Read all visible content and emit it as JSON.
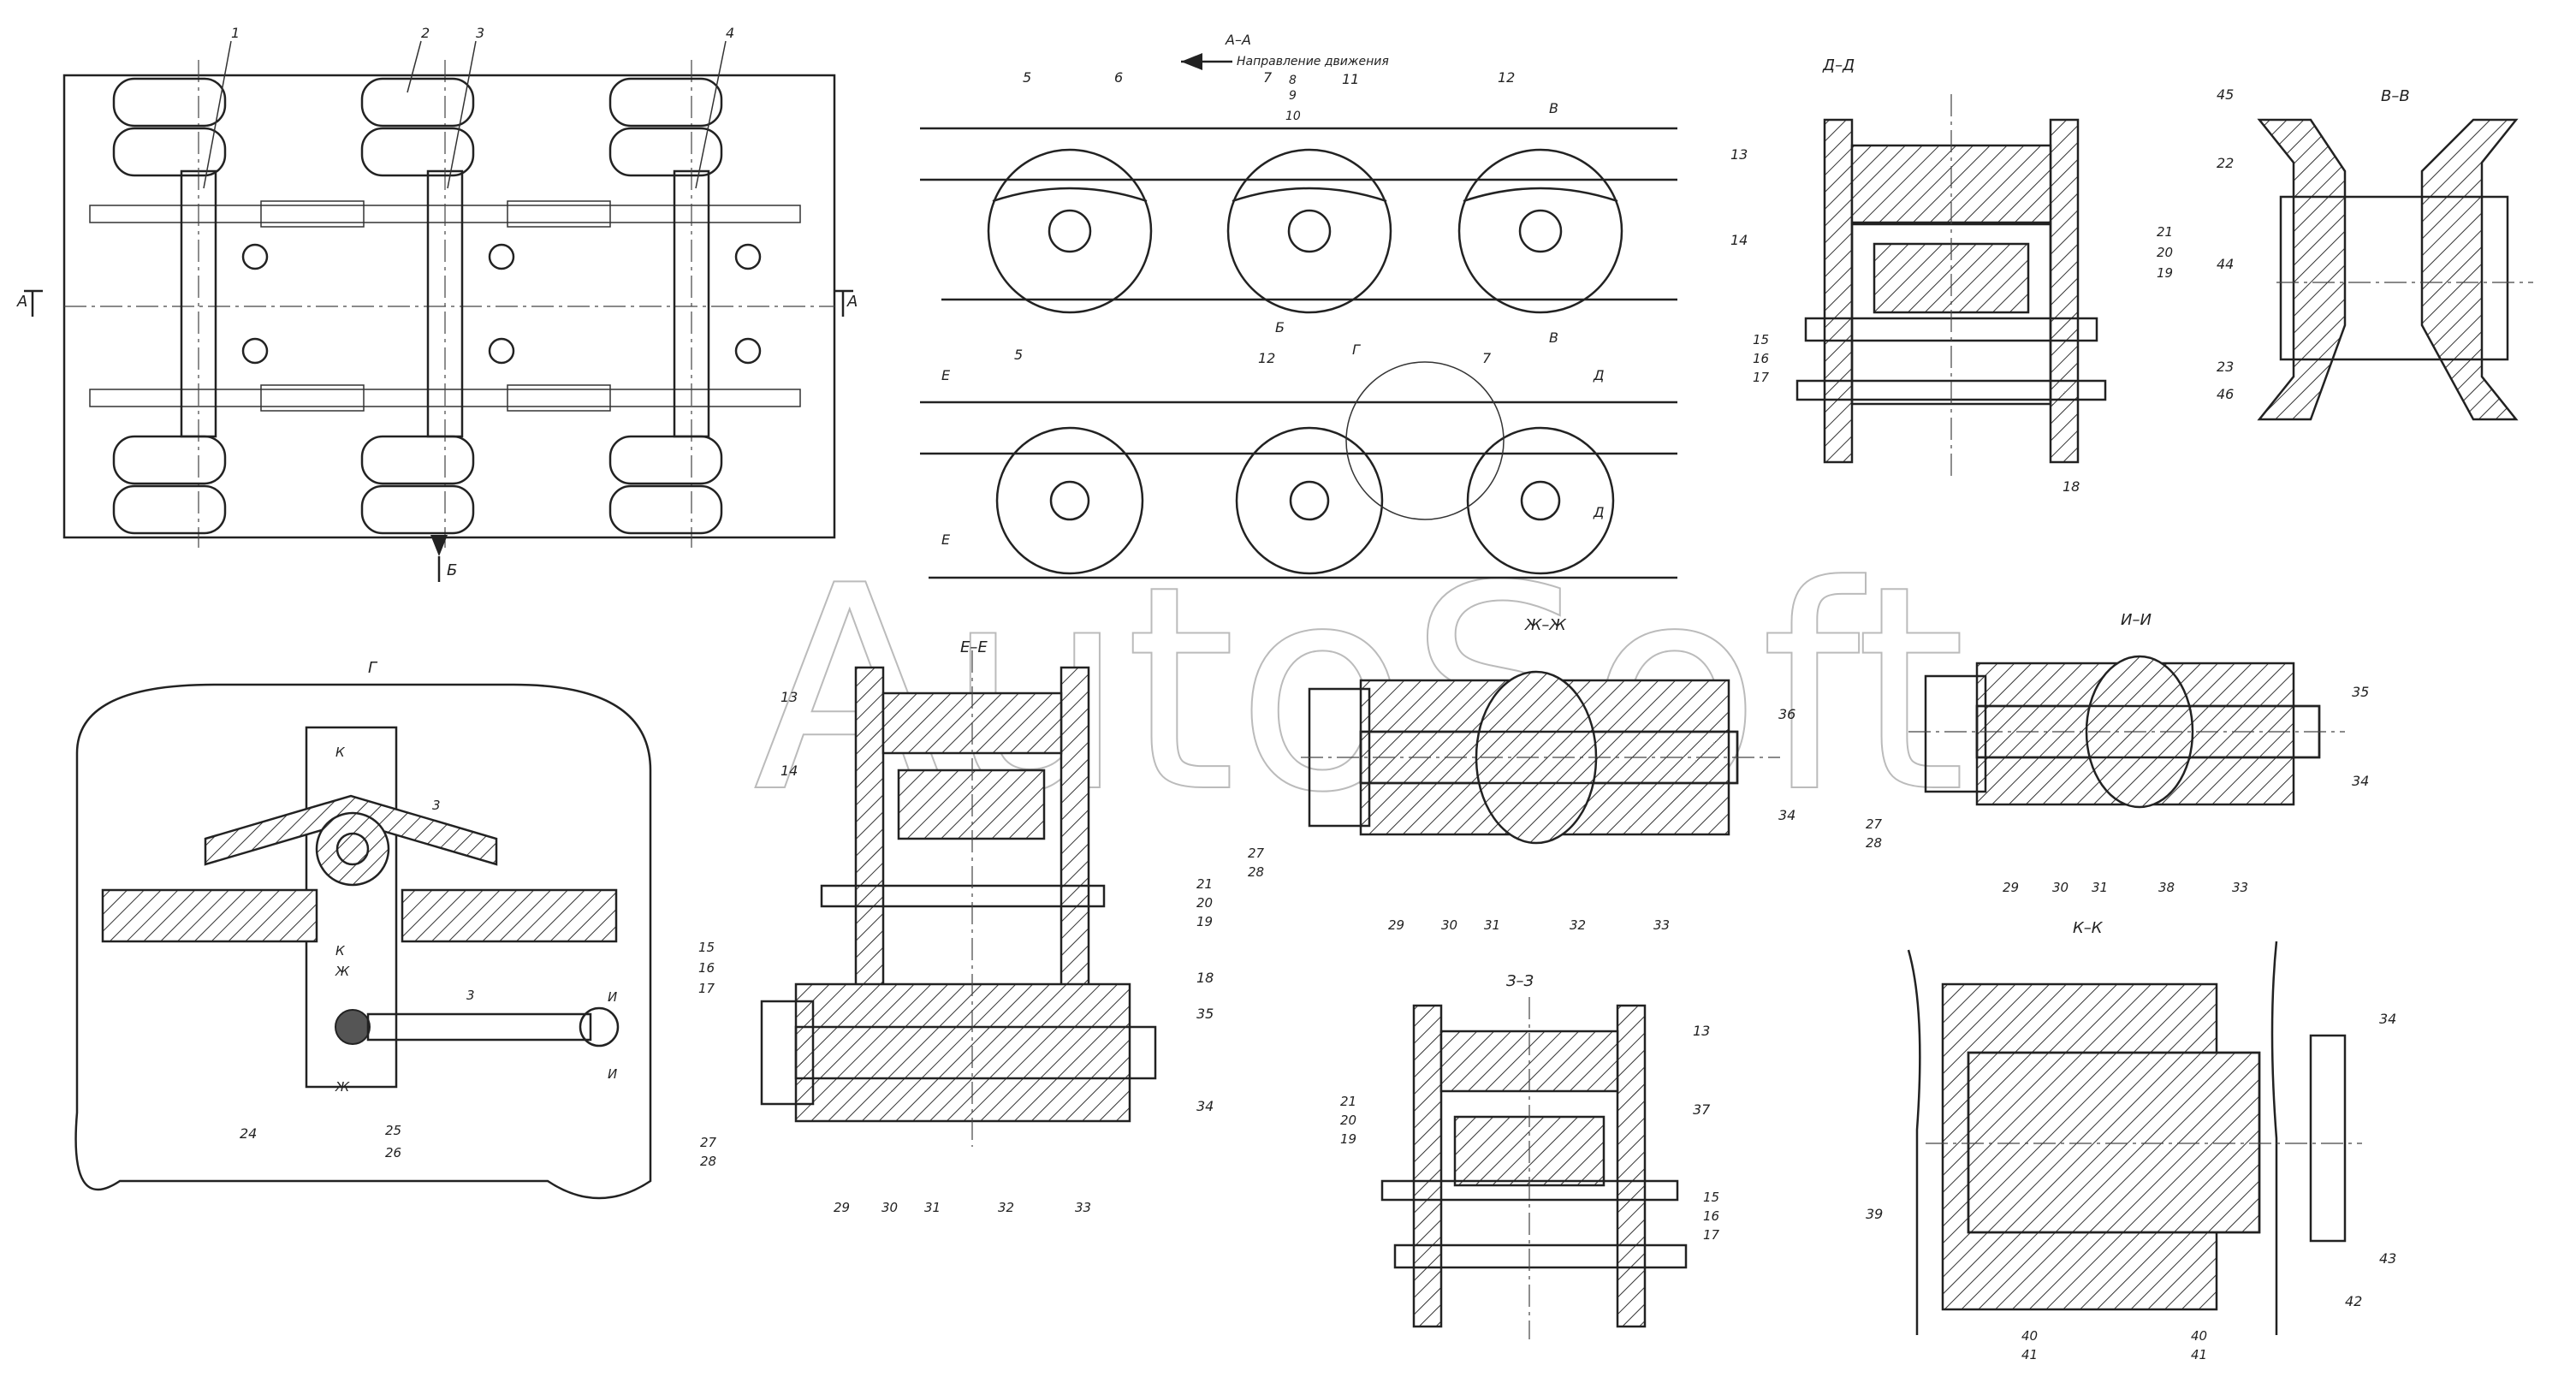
{
  "title": {
    "section_aa": "А–А",
    "direction": "Направление движения"
  },
  "views": {
    "b": "Б",
    "bb": "В–В",
    "g": "Г",
    "dd": "Д–Д",
    "ee": "Е–Е",
    "zhzh": "Ж–Ж",
    "zz": "З–З",
    "ii": "И–И",
    "kk": "К–К"
  },
  "markers": {
    "a": "А",
    "b": "Б",
    "v": "В",
    "g": "Г",
    "d": "Д",
    "e": "Е",
    "zh": "Ж",
    "z": "З",
    "i": "И",
    "k": "К"
  },
  "watermark": "AutoSoft",
  "parts": {
    "p1": "1",
    "p2": "2",
    "p3": "3",
    "p4": "4",
    "p5": "5",
    "p6": "6",
    "p7": "7",
    "p8": "8",
    "p9": "9",
    "p10": "10",
    "p11": "11",
    "p12": "12",
    "p13": "13",
    "p14": "14",
    "p15": "15",
    "p16": "16",
    "p17": "17",
    "p18": "18",
    "p19": "19",
    "p20": "20",
    "p21": "21",
    "p22": "22",
    "p23": "23",
    "p24": "24",
    "p25": "25",
    "p26": "26",
    "p27": "27",
    "p28": "28",
    "p29": "29",
    "p30": "30",
    "p31": "31",
    "p32": "32",
    "p33": "33",
    "p34": "34",
    "p35": "35",
    "p36": "36",
    "p37": "37",
    "p38": "38",
    "p39": "39",
    "p40": "40",
    "p41": "41",
    "p42": "42",
    "p43": "43",
    "p44": "44",
    "p45": "45",
    "p46": "46"
  }
}
